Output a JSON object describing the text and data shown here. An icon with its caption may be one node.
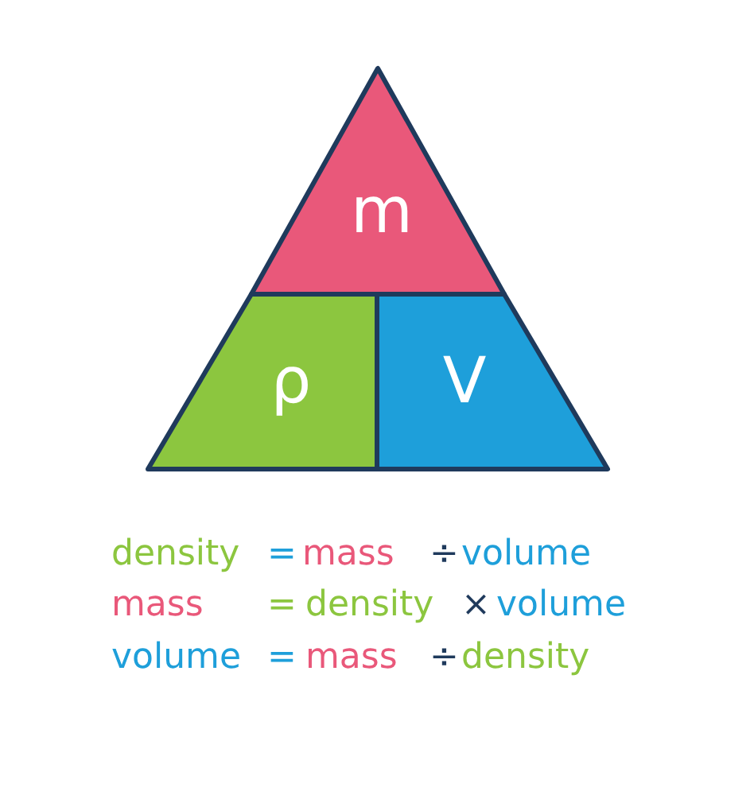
{
  "diagram": {
    "nodes": [
      {
        "text": [
          "m"
        ]
      },
      {
        "text": [
          "ρ"
        ]
      },
      {
        "text": [
          "V"
        ]
      }
    ],
    "labels": [
      "density",
      "=",
      "mass",
      "÷",
      "volume",
      "mass",
      "=",
      "density",
      "×",
      "volume",
      "volume",
      "=",
      "mass",
      "÷",
      "density"
    ]
  }
}
